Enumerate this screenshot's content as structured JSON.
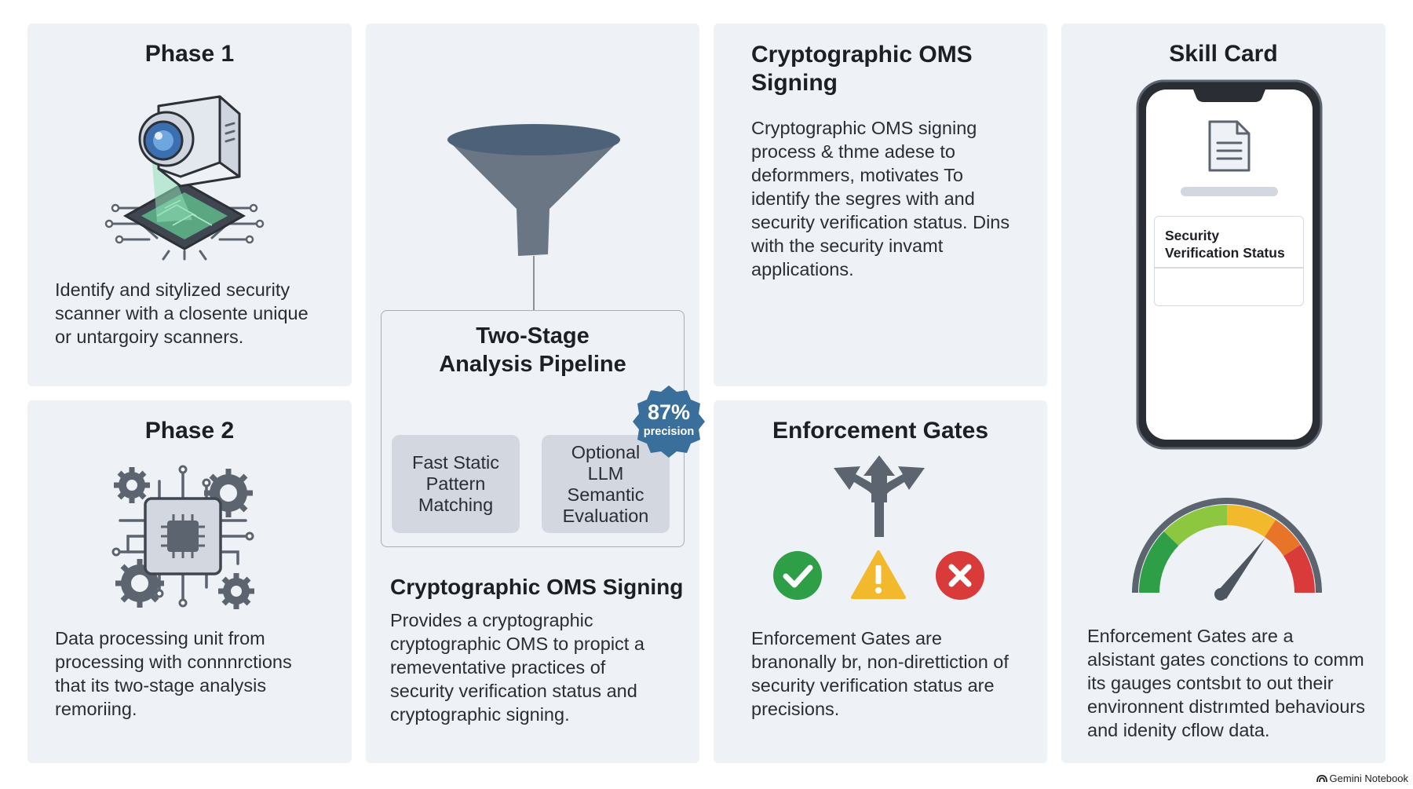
{
  "phase1": {
    "title": "Phase 1",
    "text": "Identify and sitylized security scanner with a closente unique or untargoiry scanners.",
    "icon": "security-scanner-icon"
  },
  "phase2": {
    "title": "Phase 2",
    "text": "Data processing unit from processing with connnrctions that its two-stage analysis remoriing.",
    "icon": "data-processing-chip-icon"
  },
  "pipeline": {
    "title": "Two-Stage Analysis Pipeline",
    "stage1": "Fast Static Pattern Matching",
    "stage2": "Optional LLM Semantic Evaluation",
    "badge_value": "87%",
    "badge_label": "precision",
    "badge_color": "#3a6f9c",
    "icon": "funnel-icon"
  },
  "signing_lower": {
    "title": "Cryptographic OMS Signing",
    "text": "Provides a cryptographic cryptographic OMS to propict a remeventative practices of security verification status and cryptographic signing."
  },
  "signing_upper": {
    "title": "Cryptographic OMS Signing",
    "text": "Cryptographic OMS signing process & thme adese to deformmers, motivates To identify the segres with and security verification status. Dins with the security invamt applications."
  },
  "enforcement": {
    "title": "Enforcement Gates",
    "text": "Enforcement Gates are branonally br, non-diretticti​on of security verification status are precisions.",
    "icons": [
      "split-arrows-icon",
      "check-circle-icon",
      "warning-triangle-icon",
      "error-circle-icon"
    ],
    "colors": {
      "pass": "#2e9e47",
      "warn": "#f2b92c",
      "fail": "#d93a3a"
    }
  },
  "skill_card": {
    "title": "Skill Card",
    "card_title": "Security Verification Status",
    "text": "Enforcement Gates are a alsistant gates conctions to comm its gauges contsbıt to out their environnent distrımted behaviours and idenity сflow data.",
    "icons": [
      "smartphone-icon",
      "document-icon",
      "gauge-icon"
    ],
    "gauge_colors": [
      "#2e9e47",
      "#8dc63f",
      "#f2b92c",
      "#e8742a",
      "#d93a3a"
    ]
  },
  "footer": {
    "brand": "Gemini Notebook"
  }
}
